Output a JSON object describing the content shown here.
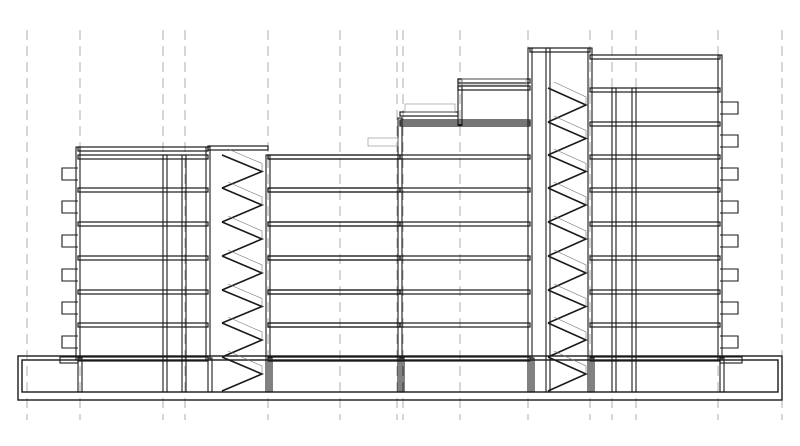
{
  "drawing": {
    "type": "building-section",
    "floors_above_ground": 7,
    "basement_levels": 1,
    "stair_cores": 2
  },
  "colors": {
    "line": "#1a1a1a",
    "grid": "#9a9a9a",
    "stair": "#777777",
    "background": "#ffffff"
  }
}
